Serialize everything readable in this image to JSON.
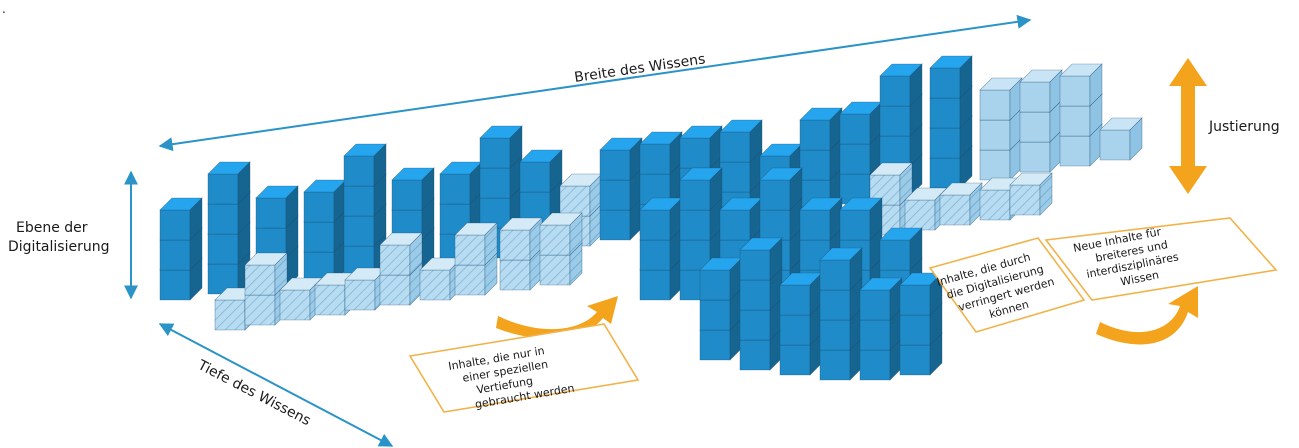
{
  "stray_mark": ".",
  "labels": {
    "breite": "Breite des Wissens",
    "tiefe": "Tiefe des Wissens",
    "ebene_line1": "Ebene der",
    "ebene_line2": "Digitalisierung",
    "justierung": "Justierung"
  },
  "notes": {
    "spezial": [
      "Inhalte, die nur in",
      "einer speziellen",
      "Vertiefung",
      "gebraucht werden"
    ],
    "digital": [
      "Inhalte, die durch",
      "die Digitalisierung",
      "verringert werden",
      "können"
    ],
    "neu": [
      "Neue Inhalte für",
      "breiteres und",
      "interdisziplinäres",
      "Wissen"
    ]
  },
  "colors": {
    "cube_dark": "#1f8cc9",
    "cube_light": "#a9d3ec",
    "axis_arrow": "#2a93c8",
    "orange": "#f4a31c",
    "note_border": "#f2b24a"
  }
}
